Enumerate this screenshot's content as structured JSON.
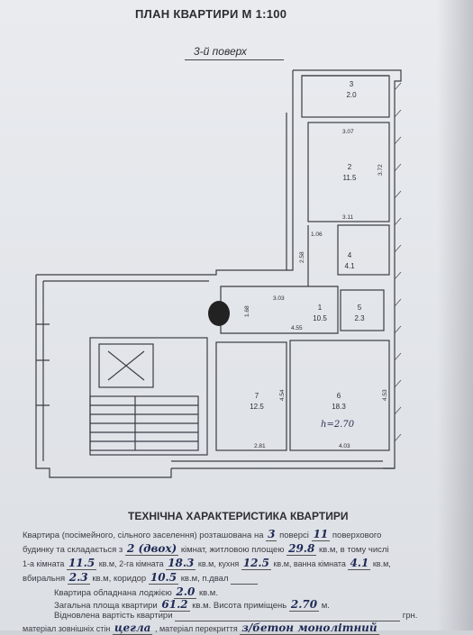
{
  "header": {
    "title": "ПЛАН КВАРТИРИ М 1:100",
    "floor": "3-й поверх"
  },
  "plan": {
    "rooms": [
      {
        "num": "3",
        "area": "2.0"
      },
      {
        "num": "2",
        "area": "11.5"
      },
      {
        "num": "4",
        "area": "4.1"
      },
      {
        "num": "1",
        "area": "10.5"
      },
      {
        "num": "5",
        "area": "2.3"
      },
      {
        "num": "7",
        "area": "12.5"
      },
      {
        "num": "6",
        "area": "18.3"
      }
    ],
    "dimensions": [
      "3.07",
      "3.72",
      "3.11",
      "1.06",
      "2.58",
      "3.03",
      "1.68",
      "4.55",
      "4.54",
      "4.53",
      "2.81",
      "4.03"
    ],
    "height_note": "h=2.70"
  },
  "tech": {
    "title": "ТЕХНІЧНА ХАРАКТЕРИСТИКА КВАРТИРИ",
    "l1a": "Квартира (посімейного, сільного заселення) розташована на",
    "floor": "3",
    "l1b": "поверсі",
    "floors_total": "11",
    "l1c": "поверхового",
    "l2a": "будинку та складається з",
    "rooms": "2 (двох)",
    "l2b": "кімнат, житловою площею",
    "living_area": "29.8",
    "l2c": "кв.м, в тому числі",
    "l3a": "1-а кімната",
    "room1": "11.5",
    "l3b": "кв.м, 2-га кімната",
    "room2": "18.3",
    "l3c": "кв.м, кухня",
    "kitchen": "12.5",
    "l3d": "кв.м, ванна кімната",
    "bath": "4.1",
    "l3e": "кв.м,",
    "l4a": "вбиральня",
    "wc": "2.3",
    "l4b": "кв.м, коридор",
    "corridor": "10.5",
    "l4c": "кв.м, п.двал",
    "l5a": "Квартира обладнана лоджією",
    "loggia": "2.0",
    "l5b": "кв.м.",
    "l6a": "Загальна площа квартири",
    "total_area": "61.2",
    "l6b": "кв.м. Висота приміщень",
    "height": "2.70",
    "l6c": "м.",
    "l7a": "Відновлена вартість квартири",
    "l7b": "грн.",
    "l8a": "матеріал зовнішніх стін",
    "walls": "цегла",
    "l8b": ", матеріал перекриття",
    "ceiling": "з/бетон монолітний"
  }
}
